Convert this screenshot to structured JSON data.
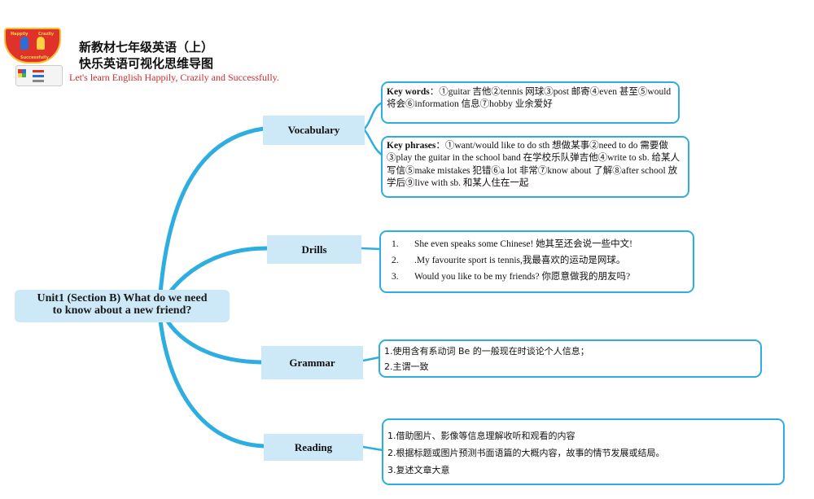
{
  "header": {
    "title_line1": "新教材七年级英语（上）",
    "title_line2": "快乐英语可视化思维导图",
    "slogan": "Let's learn English Happily, Crazily and Successfully.",
    "logo_text": [
      "Happily",
      "Crazily",
      "Successfully"
    ]
  },
  "central": {
    "line1": "Unit1 (Section B) What do we need",
    "line2": "to know about a new friend?"
  },
  "branches": {
    "vocabulary": "Vocabulary",
    "drills": "Drills",
    "grammar": "Grammar",
    "reading": "Reading"
  },
  "vocabulary": {
    "key_words_label": "Key words",
    "key_words_text": "：①guitar 吉他②tennis 网球③post 邮寄④even 甚至⑤would 将会⑥information  信息⑦hobby  业余爱好",
    "key_phrases_label": "Key phrases",
    "key_phrases_text": "：①want/would like to do sth 想做某事②need to do 需要做③play the guitar in the school band  在学校乐队弹吉他④write to sb.  给某人写信⑤make mistakes  犯错⑥a lot 非常⑦know about 了解⑧after school 放学后⑨live with sb.  和某人住在一起"
  },
  "drills": [
    {
      "num": "1.",
      "text": "She even speaks some Chinese!  她其至还会说一些中文!"
    },
    {
      "num": "2.",
      "text": ".My favourite sport is tennis,我最喜欢的运动是网球。"
    },
    {
      "num": "3.",
      "text": "Would you like to be my friends?  你愿意做我的朋友吗?"
    }
  ],
  "grammar": [
    "1.使用含有系动词  Be  的一般现在时谈论个人信息；",
    "2.主谓一致"
  ],
  "reading": [
    "1.借助图片、影像等信息理解收听和观看的内容",
    "2.根据标题或图片预测书面语篇的大概内容，故事的情节发展或结局。",
    "3.复述文章大意"
  ],
  "colors": {
    "branch_line": "#2eaee0",
    "box_border": "#2eaee0",
    "node_fill": "#cde8f7",
    "slogan_red": "#d22a2a"
  }
}
